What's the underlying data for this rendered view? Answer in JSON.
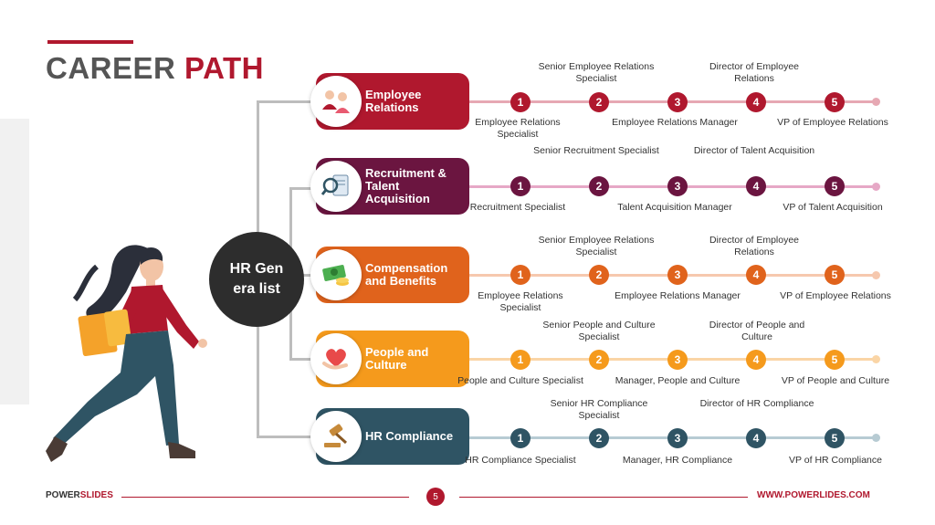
{
  "title": {
    "part1": "CAREER ",
    "part2": "PATH"
  },
  "hub": {
    "label": "HR Genera list"
  },
  "categories": [
    {
      "label": "Employee Relations",
      "color": "#b0182e",
      "track_color": "#e6a8b3",
      "icon": "people-icon",
      "labels_below": [
        "Employee Relations Specialist",
        "Employee Relations Manager",
        "VP of Employee Relations"
      ],
      "labels_above": [
        "Senior Employee Relations Specialist",
        "Director of Employee Relations"
      ]
    },
    {
      "label": "Recruitment & Talent Acquisition",
      "color": "#6b1540",
      "track_color": "#e6a8c6",
      "icon": "search-document-icon",
      "labels_below": [
        "Recruitment Specialist",
        "Talent Acquisition Manager",
        "VP of Talent Acquisition"
      ],
      "labels_above": [
        "Senior Recruitment Specialist",
        "Director of Talent Acquisition"
      ]
    },
    {
      "label": "Compensation and Benefits",
      "color": "#e0631c",
      "track_color": "#f6c8ae",
      "icon": "money-icon",
      "labels_below": [
        "Employee Relations Specialist",
        "Employee Relations Manager",
        "VP of Employee Relations"
      ],
      "labels_above": [
        "Senior Employee Relations Specialist",
        "Director of Employee Relations"
      ]
    },
    {
      "label": "People and Culture",
      "color": "#f59a1c",
      "track_color": "#fad5a6",
      "icon": "heart-hand-icon",
      "labels_below": [
        "People and Culture Specialist",
        "Manager, People and Culture",
        "VP of People and Culture"
      ],
      "labels_above": [
        "Senior People and Culture Specialist",
        "Director of People and Culture"
      ]
    },
    {
      "label": "HR Compliance",
      "color": "#2f5464",
      "track_color": "#b7cbd3",
      "icon": "gavel-icon",
      "labels_below": [
        "HR Compliance Specialist",
        "Manager, HR Compliance",
        "VP of HR Compliance"
      ],
      "labels_above": [
        "Senior HR Compliance Specialist",
        "Director of HR Compliance"
      ]
    }
  ],
  "steps": [
    "1",
    "2",
    "3",
    "4",
    "5"
  ],
  "footer": {
    "brand_part1": "POWER",
    "brand_part2": "SLIDES",
    "page": "5",
    "url": "WWW.POWERLIDES.COM"
  }
}
